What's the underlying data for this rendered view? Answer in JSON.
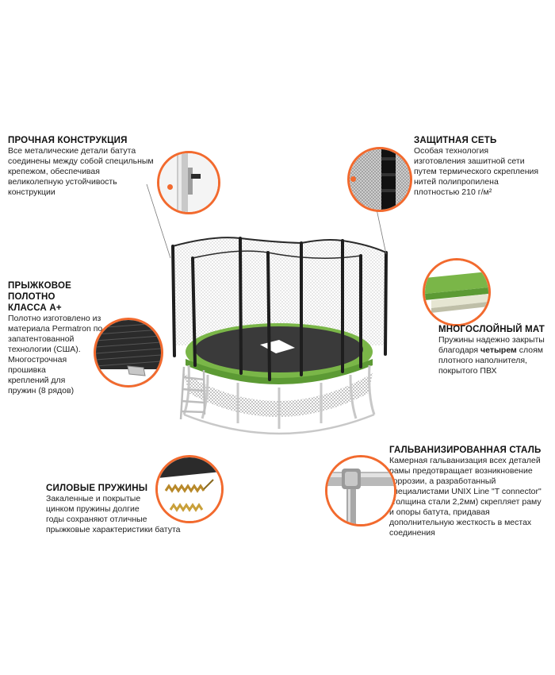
{
  "features": {
    "construction": {
      "title": "ПРОЧНАЯ КОНСТРУКЦИЯ",
      "lines": [
        "Все металические детали батута",
        "соединены между собой специльным",
        "крепежом, обеспечивая",
        "великолепную устойчивость",
        "конструкции"
      ]
    },
    "net": {
      "title": "ЗАЩИТНАЯ СЕТЬ",
      "lines": [
        "Особая технология",
        "изготовления зашитной сети",
        "путем термического скрепления",
        "нитей полипропилена",
        "плотностью 210 г/м²"
      ]
    },
    "jumping_mat": {
      "title_line1": "ПРЫЖКОВОЕ ПОЛОТНО",
      "title_line2": "КЛАССА А+",
      "lines": [
        "Полотно изготовлено из",
        "материала Permatron по",
        "запатентованной",
        "технологии (США).",
        "Многострочная",
        "прошивка",
        "креплений для",
        "пружин (8 рядов)"
      ]
    },
    "multilayer_mat": {
      "title": "МНОГОСЛОЙНЫЙ МАТ",
      "line1": "Пружины надежно закрыты",
      "line2_before": "благодаря ",
      "line2_bold": "четырем",
      "line2_after": " слоям",
      "line3": "плотного наполнителя,",
      "line4": "покрытого ПВХ"
    },
    "springs": {
      "title": "СИЛОВЫЕ ПРУЖИНЫ",
      "lines": [
        "Закаленные и покрытые",
        "цинком пружины долгие",
        "годы сохраняют отличные",
        "прыжковые характеристики батута"
      ]
    },
    "galvanized": {
      "title": "ГАЛЬВАНИЗИРОВАННАЯ СТАЛЬ",
      "lines": [
        "Камерная гальванизация всех деталей",
        "рамы предотвращает возникновение",
        "коррозии, а разработанный",
        "специалистами  UNIX Line \"T connector\"",
        "(толщина стали 2,2мм) скрепляет раму",
        "и опоры батута, придавая",
        "дополнительную жесткость в местах",
        "соединения"
      ]
    }
  },
  "colors": {
    "accent": "#f26a2e",
    "pad_green": "#7ab648",
    "frame": "#111111",
    "net": "#9a9a9a"
  },
  "icons": [
    "trampoline-illustration",
    "steel-pole-icon",
    "net-detail-icon",
    "mat-layers-icon",
    "fabric-stitch-icon",
    "spring-icon",
    "t-connector-icon"
  ]
}
